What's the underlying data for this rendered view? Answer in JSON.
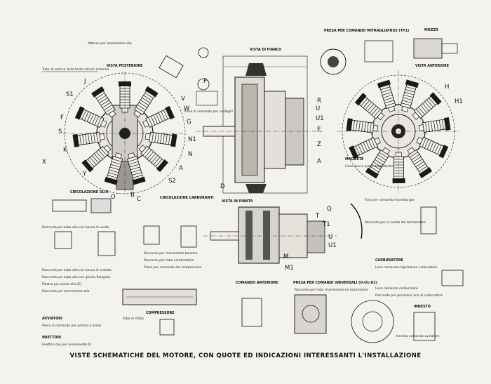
{
  "caption": "VISTE SCHEMATICHE DEL MOTORE, CON QUOTE ED INDICAZIONI INTERESSANTI L'INSTALLAZIONE",
  "views": {
    "rear": "VISTA POSTERIORE",
    "side": "VISTA DI FIANCO",
    "front": "VISTA ANTERIORE",
    "top": "VISTA IN PIANTA"
  },
  "sections": {
    "oil": "CIRCOLAZIONE OLIO",
    "fuel": "CIRCOLAZIONE CARBURANTI",
    "compressor": "COMPRESSORE",
    "starters": "AVVIATORI",
    "gear": "PRESA PER COMANDO MITRAGLIATRICI (T-T1)",
    "drive": "PRESA PER COMANDI UNIVERSALI (U-U1-U2)",
    "camshaft": "COMANDO ANTERIORE",
    "injection": "INIETTORI",
    "carburettor": "CARBURATORE",
    "hub": "MOZZO",
    "starter_gear": "INNESTO",
    "magneto": "MAGNETE"
  },
  "letters": {
    "rear": [
      "J",
      "S1",
      "F",
      "S",
      "K",
      "X",
      "Y",
      "O",
      "B",
      "C",
      "A",
      "S2",
      "N1",
      "N",
      "G",
      "V",
      "W"
    ],
    "side": [
      "P",
      "U",
      "U1",
      "E",
      "Z",
      "D",
      "R",
      "A"
    ],
    "front": [
      "H",
      "H1"
    ],
    "top": [
      "Q",
      "T",
      "T1",
      "U",
      "U1",
      "M",
      "M1"
    ]
  },
  "notes": {
    "n1": "Tubo di scarico delle teste cilindri anteriori",
    "n2": "Attacco per manometro olio",
    "n3": "Raccordo per tubo olio con bocca di uscita",
    "n4": "Presa di comando per pompa a mano",
    "n5": "Raccordo per tubo olio con bocca di entrata",
    "n6": "Presa di comando per contagiri",
    "n7": "Raccordo per tubo olio con giunto flangiato",
    "n8": "Raccordo per manometro benzina",
    "n9": "Raccordo per tubo combustibile",
    "n10": "Piastra per uscita olio (E)",
    "n11": "Presa per comando del compressore",
    "n12": "Tubo di sfiato",
    "n13": "Raccordo per tubo di pressione ed aspirazione",
    "n14": "Raccordo per termometro olio",
    "n15": "Foro per comando manetta gas",
    "n16": "Raccordo per la sonda del termometro",
    "n17": "Leva comando regolazione carburatore",
    "n18": "Leva comando carburatore",
    "n19": "Raccordo per pressione aria al carburatore",
    "n20": "Iniettori olio per avviamento (I)",
    "n21": "Innesto comando avviatore",
    "n22": "Cavo con le prese magnetiche"
  }
}
